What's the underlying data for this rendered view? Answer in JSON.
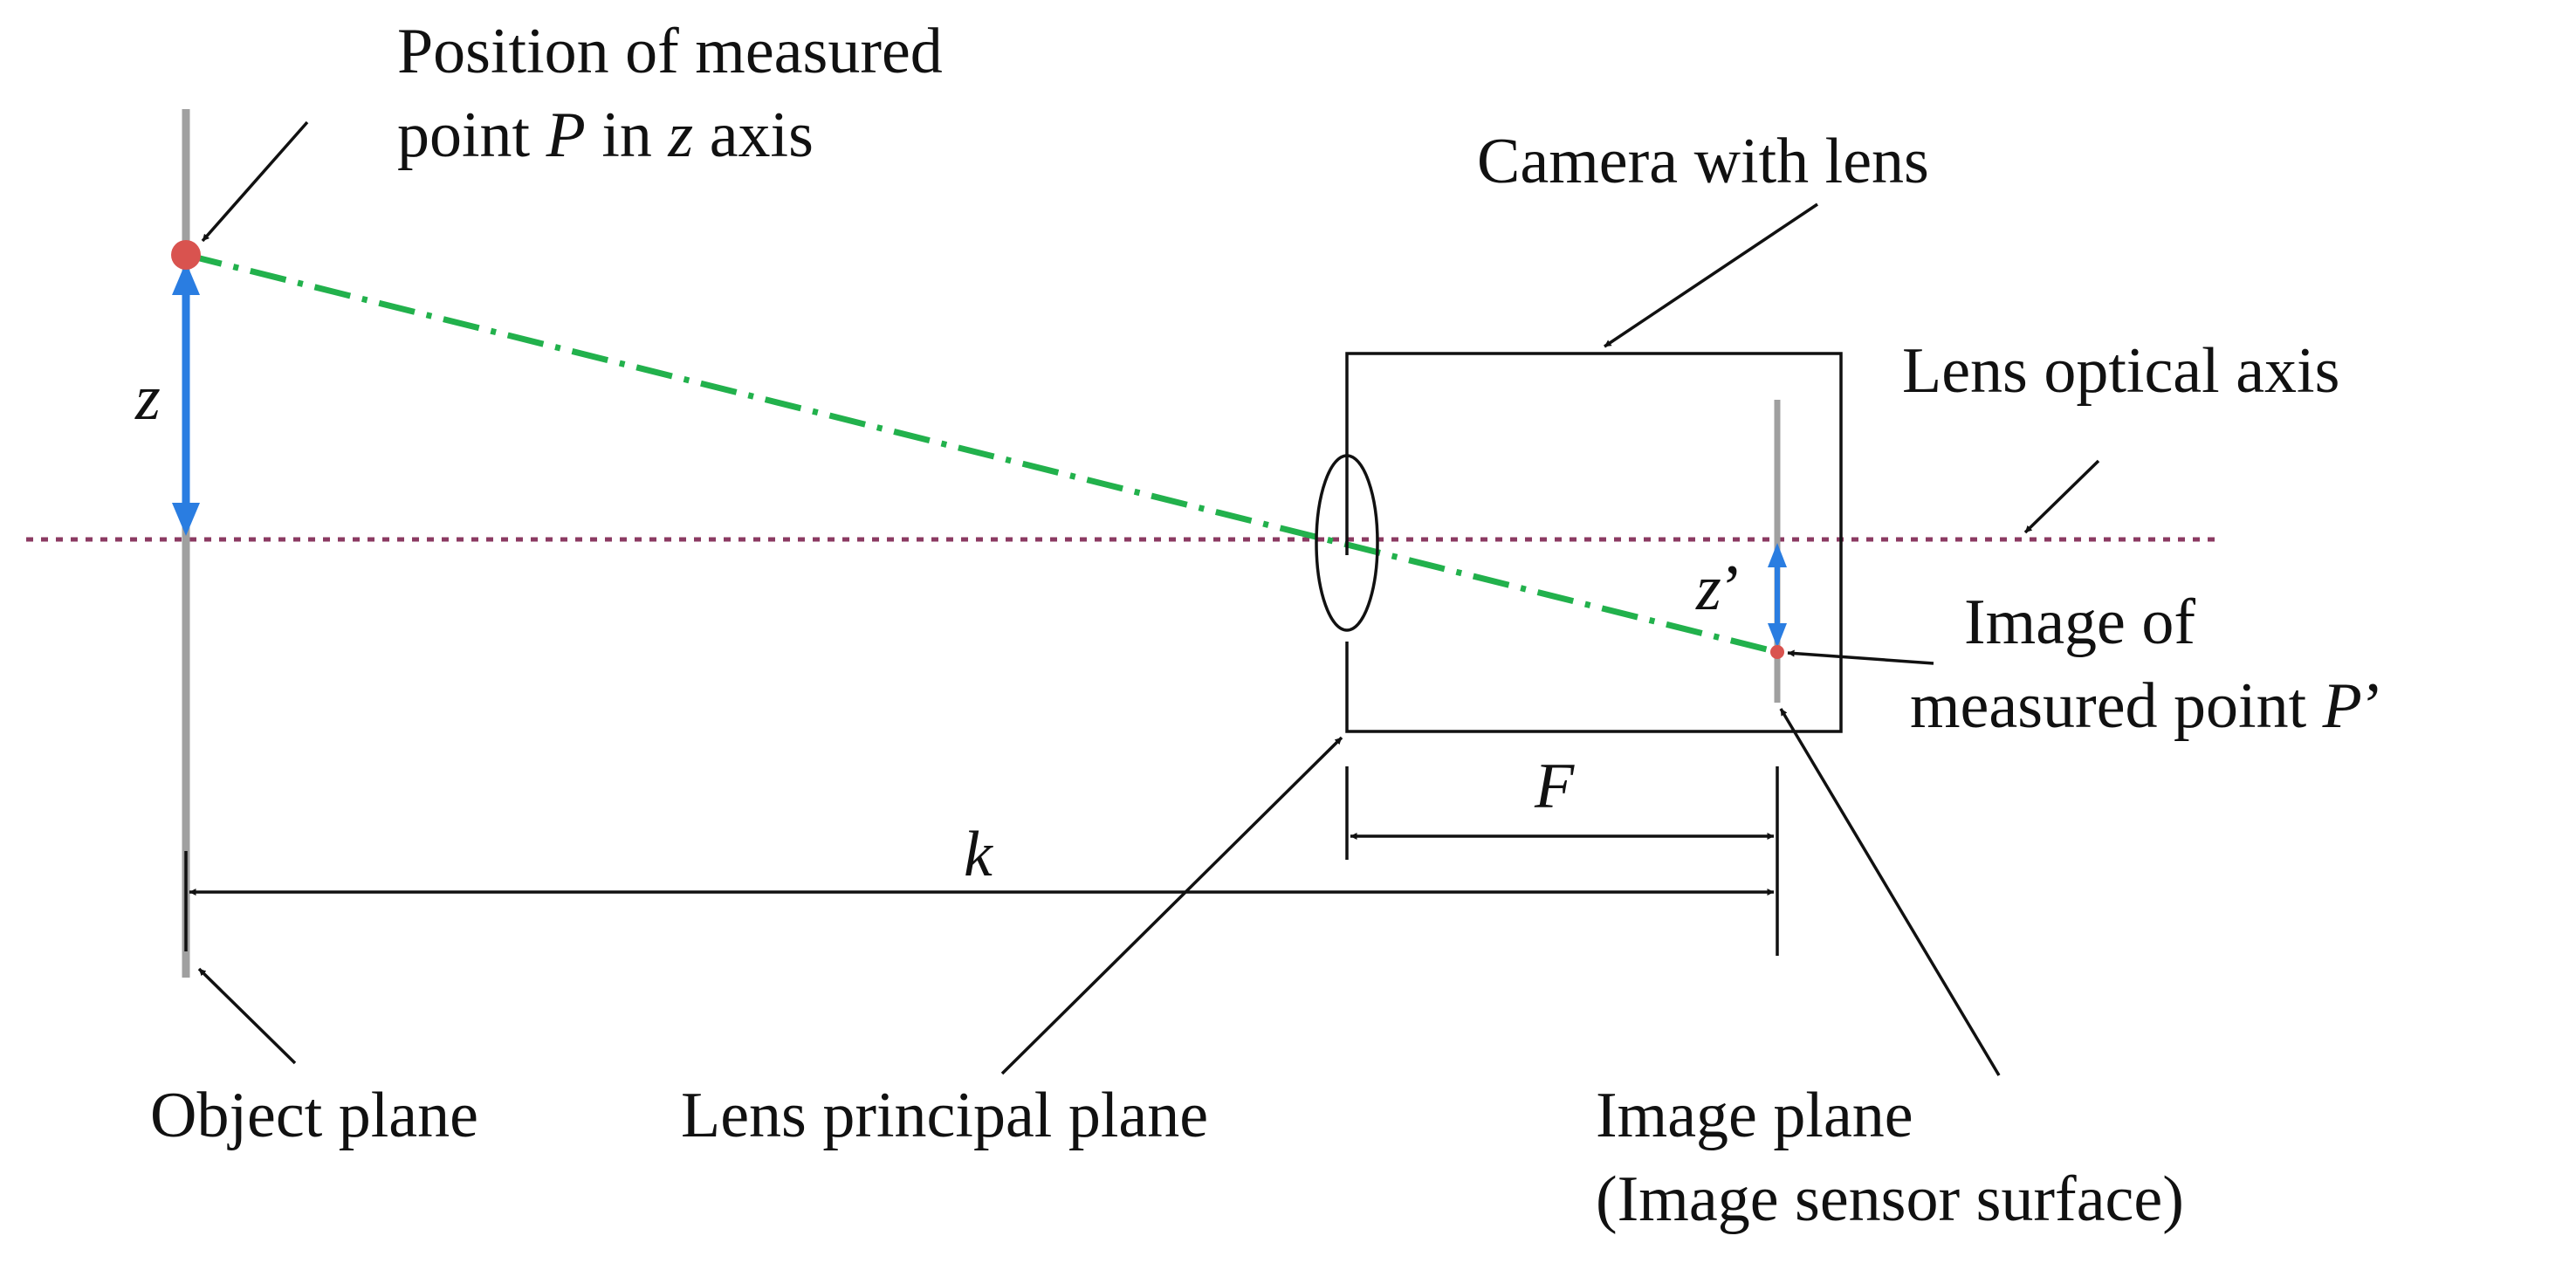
{
  "labels": {
    "position_line1": "Position of measured",
    "position_line2_pre": "point ",
    "position_line2_var": "P",
    "position_line2_mid": " in ",
    "position_line2_var2": "z",
    "position_line2_post": " axis",
    "camera_with_lens": "Camera with lens",
    "lens_optical_axis": "Lens optical axis",
    "z_var": "z",
    "z_prime_var": "z",
    "z_prime_mark": "’",
    "image_of_line1": "Image of",
    "image_of_line2_pre": "measured point ",
    "image_of_line2_var": "P",
    "image_of_line2_mark": "’",
    "k_var": "k",
    "f_var": "F",
    "object_plane": "Object plane",
    "lens_principal_plane": "Lens principal plane",
    "image_plane_line1": "Image plane",
    "image_plane_line2": "(Image sensor surface)"
  },
  "colors": {
    "plane_gray": "#a0a0a0",
    "point_red": "#d9534f",
    "arrow_blue": "#2a7de1",
    "ray_green": "#22b14c",
    "axis_dotted": "#8b3a62",
    "line_black": "#111111"
  }
}
